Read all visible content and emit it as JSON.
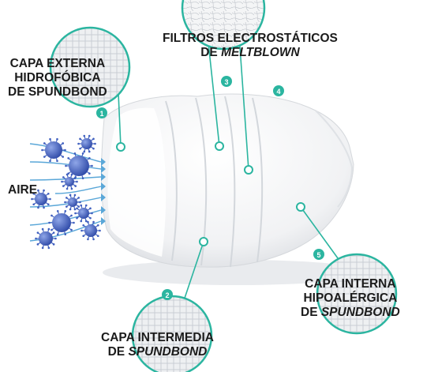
{
  "colors": {
    "accent": "#2bb5a0",
    "text": "#1b1b1b",
    "virus": "#3f5fbf",
    "airflow": "#5aa7d8"
  },
  "labels": {
    "outer": {
      "line1": "CAPA EXTERNA",
      "line2": "HIDROFÓBICA",
      "line3": "DE SPUNDBOND"
    },
    "filters": {
      "line1": "FILTROS ELECTROSTÁTICOS",
      "line2_prefix": "DE ",
      "line2_em": "MELTBLOWN"
    },
    "middle": {
      "line1": "CAPA INTERMEDIA",
      "line2_prefix": "DE ",
      "line2_em": "SPUNDBOND"
    },
    "inner": {
      "line1": "CAPA INTERNA",
      "line2": "HIPOALÉRGICA",
      "line3_prefix": "DE ",
      "line3_em": "SPUNDBOND"
    },
    "air": "AIRE"
  },
  "markers": [
    "1",
    "2",
    "3",
    "4",
    "5"
  ]
}
